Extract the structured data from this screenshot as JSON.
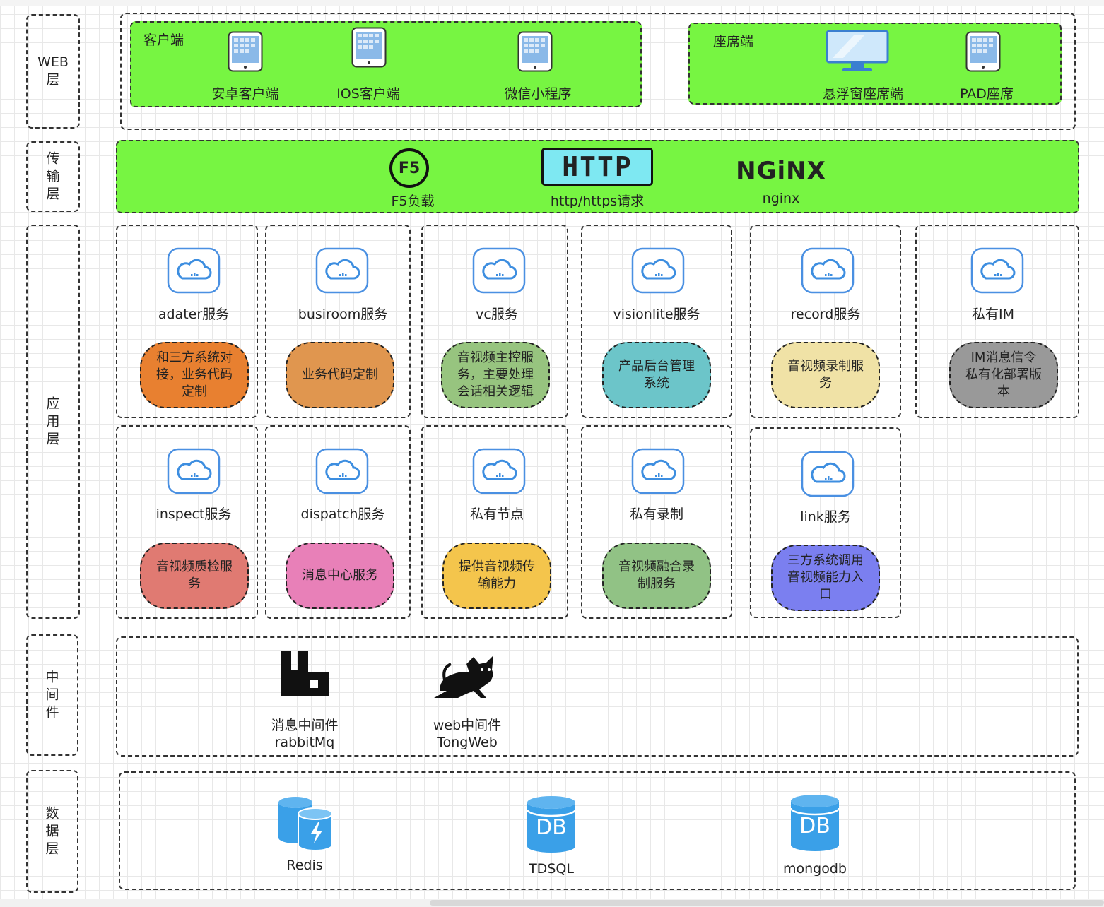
{
  "layers": {
    "web": "WEB\n层",
    "transport": "传\n输\n层",
    "app": "应\n用\n层",
    "middleware": "中\n间\n件",
    "data": "数\n据\n层"
  },
  "web": {
    "client_group": "客户端",
    "clients": [
      "安卓客户端",
      "IOS客户端",
      "微信小程序"
    ],
    "seat_group": "座席端",
    "seats": [
      "悬浮窗座席端",
      "PAD座席"
    ]
  },
  "transport": {
    "f5_logo": "F5",
    "f5_label": "F5负载",
    "http_logo": "HTTP",
    "http_label": "http/https请求",
    "nginx_logo": "NGiNX",
    "nginx_label": "nginx"
  },
  "services": [
    {
      "name": "adater服务",
      "desc": "和三方系统对\n接，业务代码\n定制",
      "color": "#e88030"
    },
    {
      "name": "busiroom服务",
      "desc": "业务代码定制",
      "color": "#e0964f"
    },
    {
      "name": "vc服务",
      "desc": "音视频主控服\n务，主要处理\n会话相关逻辑",
      "color": "#97c47f"
    },
    {
      "name": "visionlite服务",
      "desc": "产品后台管理\n系统",
      "color": "#6cc5c9"
    },
    {
      "name": "record服务",
      "desc": "音视频录制服\n务",
      "color": "#f0e2a6"
    },
    {
      "name": "私有IM",
      "desc": "IM消息信令\n私有化部署版\n本",
      "color": "#999999"
    },
    {
      "name": "inspect服务",
      "desc": "音视频质检服\n务",
      "color": "#e07a72"
    },
    {
      "name": "dispatch服务",
      "desc": "消息中心服务",
      "color": "#e880b8"
    },
    {
      "name": "私有节点",
      "desc": "提供音视频传\n输能力",
      "color": "#f4c54c"
    },
    {
      "name": "私有录制",
      "desc": "音视频融合录\n制服务",
      "color": "#91c285"
    },
    {
      "name": "link服务",
      "desc": "三方系统调用\n音视频能力入\n口",
      "color": "#7b7ff0"
    }
  ],
  "middleware": {
    "mq_label": "消息中间件\nrabbitMq",
    "web_label": "web中间件\nTongWeb"
  },
  "data": {
    "redis": "Redis",
    "tdsql_logo": "DB",
    "tdsql": "TDSQL",
    "mongo_logo": "DB",
    "mongo": "mongodb"
  },
  "colors": {
    "green": "#77f542",
    "db_blue": "#3aa0e8",
    "cloud_blue": "#3d8ee0"
  }
}
